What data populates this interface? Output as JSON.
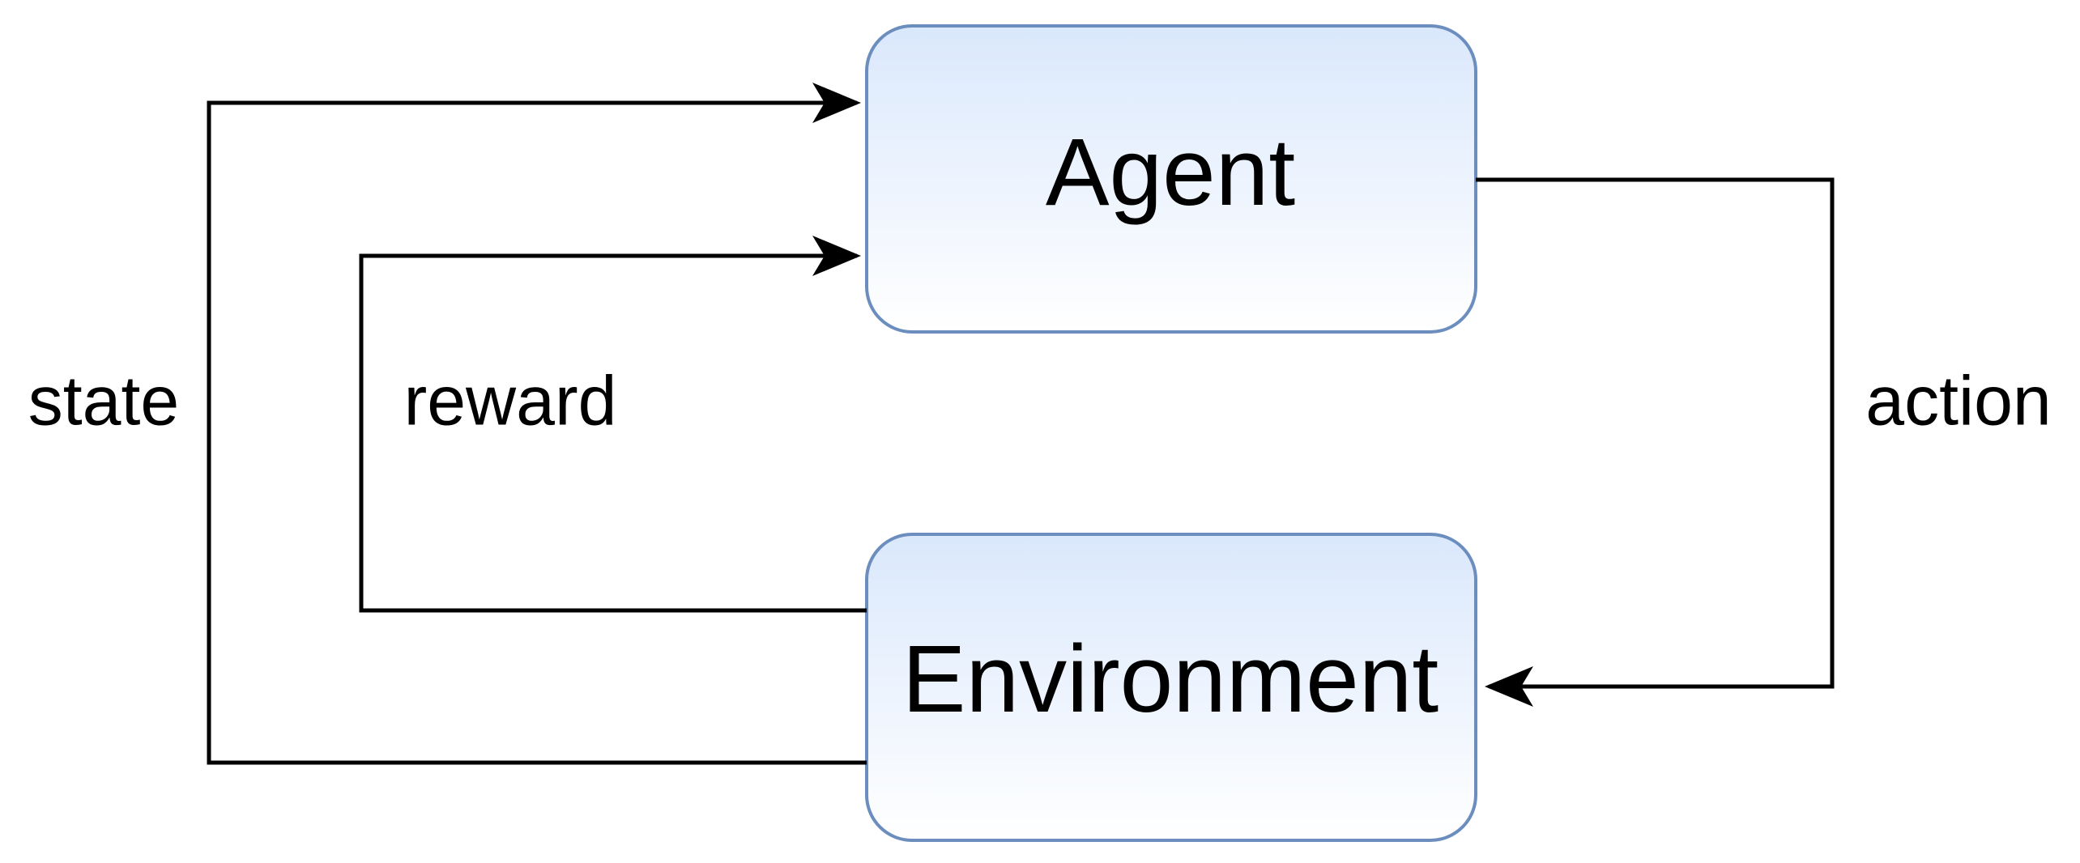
{
  "diagram": {
    "type": "flowchart",
    "nodes": {
      "agent": {
        "label": "Agent"
      },
      "environment": {
        "label": "Environment"
      }
    },
    "edges": {
      "action": {
        "label": "action",
        "from": "agent",
        "to": "environment"
      },
      "reward": {
        "label": "reward",
        "from": "environment",
        "to": "agent"
      },
      "state": {
        "label": "state",
        "from": "environment",
        "to": "agent"
      }
    },
    "colors": {
      "box_fill_top": "#dae8fc",
      "box_fill_bottom": "#ffffff",
      "box_stroke": "#6c8ebf",
      "line": "#000000",
      "text": "#000000"
    }
  }
}
